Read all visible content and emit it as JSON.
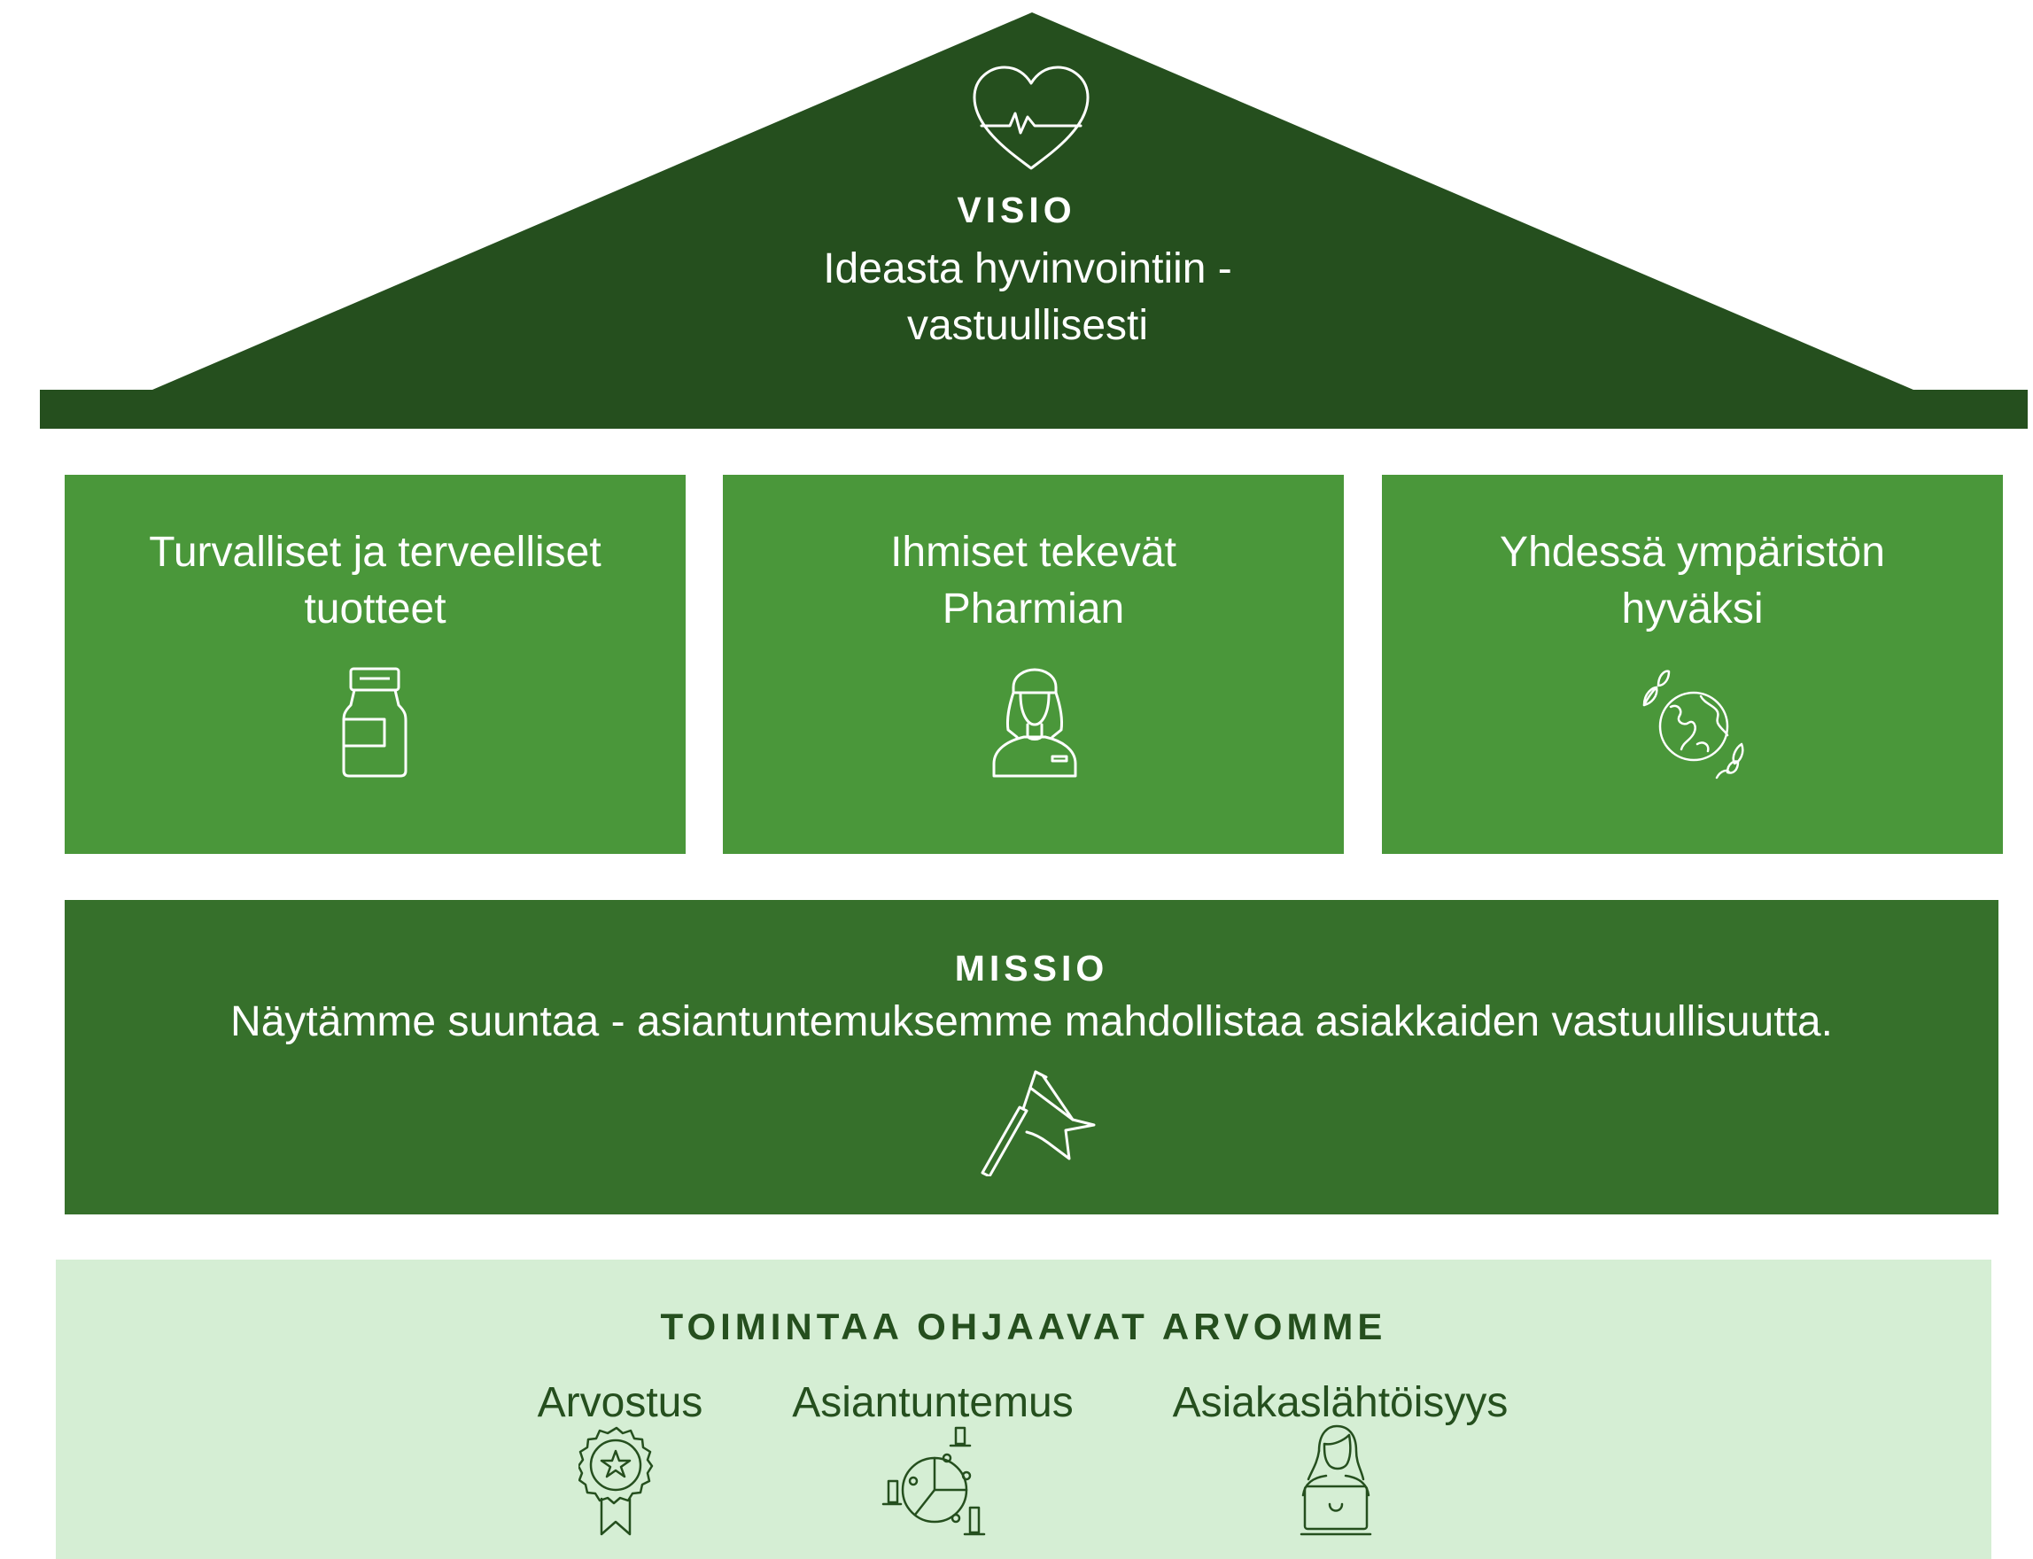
{
  "vision": {
    "title": "VISIO",
    "line1": "Ideasta hyvinvointiin -",
    "line2": "vastuullisesti",
    "icon": "heart-pulse-icon"
  },
  "pillars": [
    {
      "line1": "Turvalliset ja terveelliset",
      "line2": "tuotteet",
      "icon": "bottle-icon"
    },
    {
      "line1": "Ihmiset tekevät",
      "line2": "Pharmian",
      "icon": "pharmacist-icon"
    },
    {
      "line1": "Yhdessä ympäristön",
      "line2": "hyväksi",
      "icon": "globe-leaves-icon"
    }
  ],
  "mission": {
    "title": "MISSIO",
    "text": "Näytämme suuntaa - asiantuntemuksemme mahdollistaa asiakkaiden vastuullisuutta.",
    "icon": "flag-icon"
  },
  "values": {
    "title": "TOIMINTAA OHJAAVAT ARVOMME",
    "items": [
      {
        "label": "Arvostus",
        "icon": "award-star-icon"
      },
      {
        "label": "Asiantuntemus",
        "icon": "pie-chart-icon"
      },
      {
        "label": "Asiakaslähtöisyys",
        "icon": "person-laptop-icon"
      }
    ]
  },
  "colors": {
    "roof": "#254f1e",
    "pillar": "#4a973a",
    "mission": "#36702b",
    "values_bg": "#d5eed4",
    "values_text": "#254f1e"
  }
}
